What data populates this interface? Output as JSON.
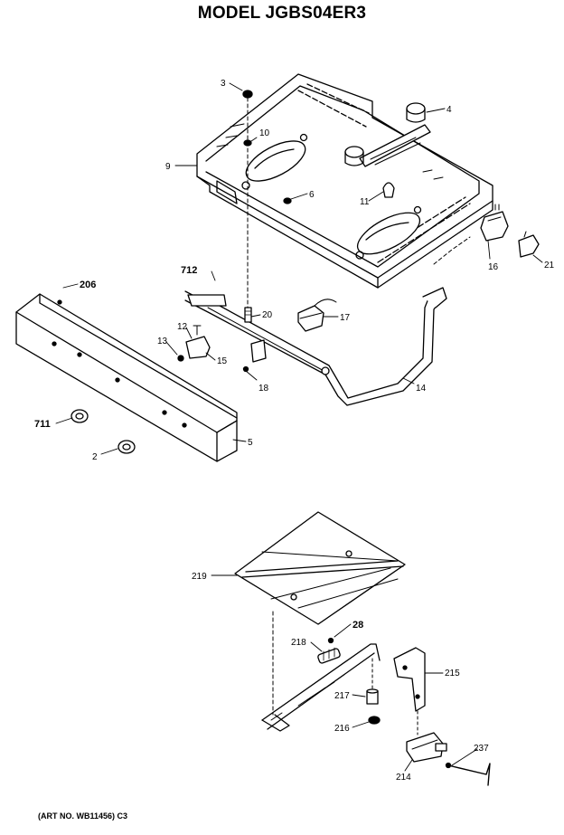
{
  "title": "MODEL JGBS04ER3",
  "art_number": "(ART NO. WB11456) C3",
  "callouts": {
    "c3": "3",
    "c4": "4",
    "c10": "10",
    "c9": "9",
    "c6": "6",
    "c11": "11",
    "c16": "16",
    "c21": "21",
    "c712": "712",
    "c206": "206",
    "c20": "20",
    "c17": "17",
    "c12": "12",
    "c13": "13",
    "c15": "15",
    "c18": "18",
    "c14": "14",
    "c711": "711",
    "c5": "5",
    "c2": "2",
    "c219": "219",
    "c28": "28",
    "c218": "218",
    "c215": "215",
    "c217": "217",
    "c216": "216",
    "c237": "237",
    "c214": "214"
  }
}
